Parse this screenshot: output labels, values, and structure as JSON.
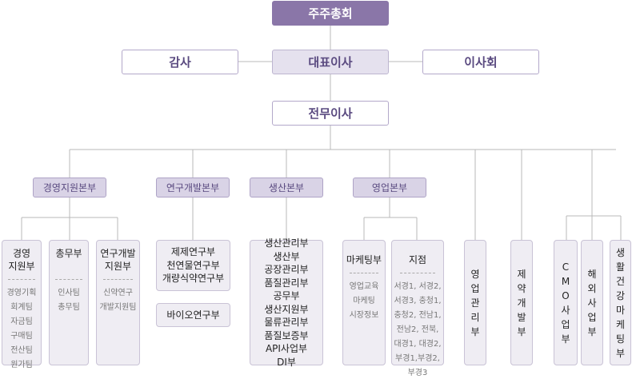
{
  "shareholders": "주주총회",
  "audit": "감사",
  "ceo": "대표이사",
  "board": "이사회",
  "executive": "전무이사",
  "divisions": {
    "management": "경영지원본부",
    "rnd": "연구개발본부",
    "production": "생산본부",
    "sales": "영업본부"
  },
  "units": {
    "mgmt_support": {
      "title": "경영\n지원부",
      "teams": [
        "경영기획",
        "회계팀",
        "자금팀",
        "구매팀",
        "전산팀",
        "원가팀"
      ]
    },
    "general": {
      "title": "총무부",
      "teams": [
        "인사팀",
        "총무팀"
      ]
    },
    "rnd_support": {
      "title": "연구개발\n지원부",
      "teams": [
        "신약연구",
        "개발지원팀"
      ]
    },
    "research": {
      "lines": [
        "제제연구부",
        "천연물연구부",
        "개량식약연구부"
      ]
    },
    "bio": "바이오연구부",
    "production_list": [
      "생산관리부",
      "생산부",
      "공장관리부",
      "품질관리부",
      "공무부",
      "생산지원부",
      "물류관리부",
      "품질보증부",
      "API사업부",
      "DI부"
    ],
    "marketing": {
      "title": "마케팅부",
      "teams": [
        "영업교육",
        "마케팅",
        "시장정보"
      ]
    },
    "branch": {
      "title": "지점",
      "teams": [
        "서경1, 서경2,",
        "서경3, 충청1,",
        "충청2, 전남1,",
        "전남2, 전북,",
        "대경1, 대경2,",
        "부경1,부경2,",
        "부경3"
      ]
    },
    "sales_mgmt": "영업관리부",
    "pharma_dev": "제약개발부",
    "cmo": "CMO사업부",
    "overseas": "해외사업부",
    "health": "생활건강마케팅부"
  }
}
